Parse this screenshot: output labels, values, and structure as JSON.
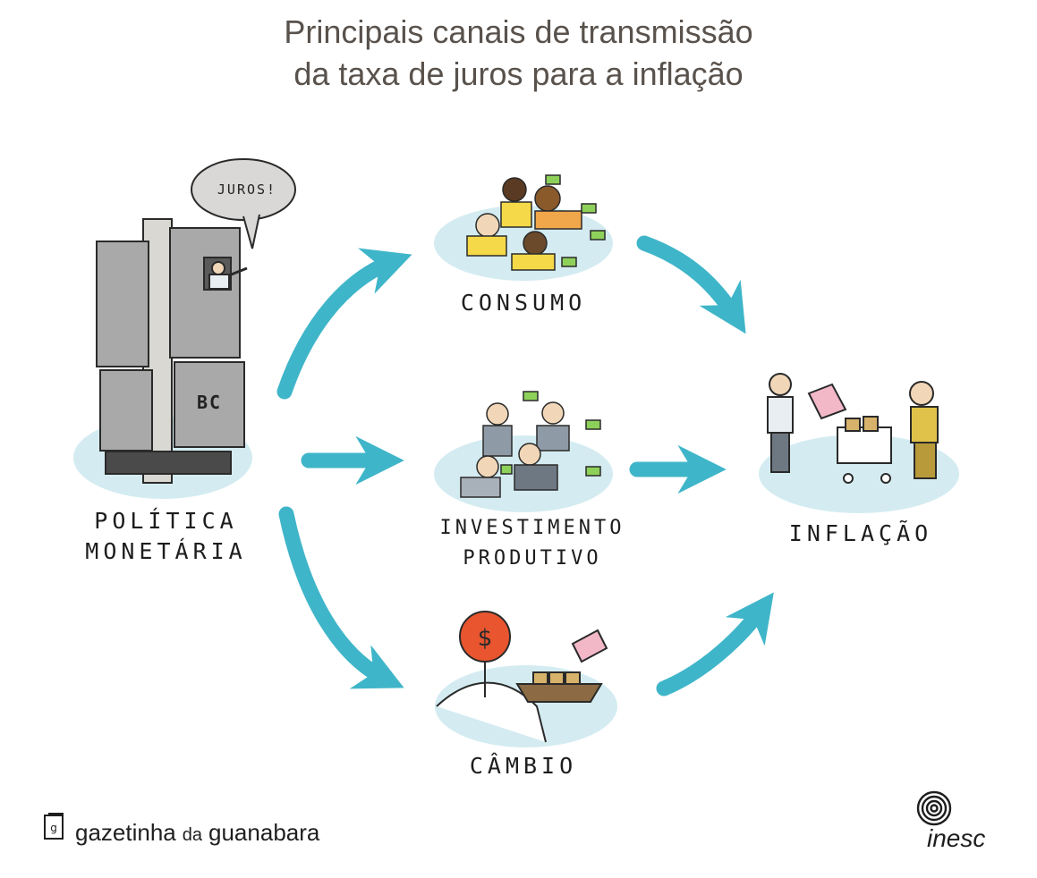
{
  "title": {
    "line1": "Principais canais de transmissão",
    "line2": "da taxa de juros para a inflação"
  },
  "nodes": {
    "source": {
      "line1": "POLÍTICA",
      "line2": "MONETÁRIA",
      "speech": "JUROS!",
      "building_sign": "BC"
    },
    "consumo": {
      "label": "CONSUMO"
    },
    "investimento": {
      "line1": "INVESTIMENTO",
      "line2": "PRODUTIVO"
    },
    "cambio": {
      "label": "CÂMBIO"
    },
    "inflacao": {
      "label": "INFLAÇÃO"
    }
  },
  "footer": {
    "brand_word1": "gazetinha",
    "brand_word2": "da",
    "brand_word3": "guanabara",
    "logo_text": "inesc"
  },
  "colors": {
    "arrow": "#3fb5c9",
    "blob": "#d4ecf1",
    "title": "#59524c"
  }
}
